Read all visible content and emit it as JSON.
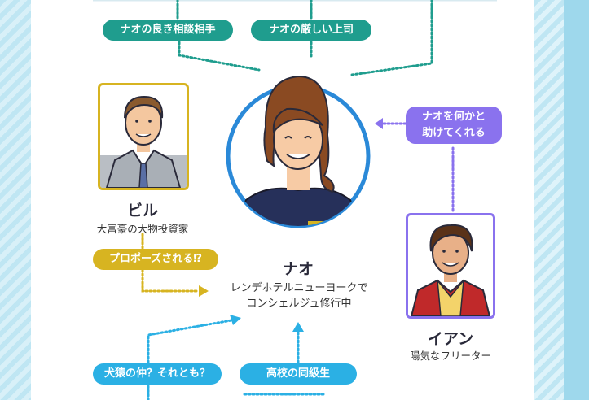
{
  "center": {
    "name": "ナオ",
    "desc_line1": "レンデホテルニューヨークで",
    "desc_line2": "コンシェルジュ修行中"
  },
  "left_person": {
    "name": "ビル",
    "desc": "大富豪の大物投資家"
  },
  "right_person": {
    "name": "イアン",
    "desc": "陽気なフリーター"
  },
  "relations": {
    "good_advisor": "ナオの良き相談相手",
    "strict_boss": "ナオの厳しい上司",
    "helper_line1": "ナオを何かと",
    "helper_line2": "助けてくれる",
    "proposal": "プロポーズされる⁉",
    "dog_monkey": "犬猿の仲？それとも？",
    "classmate": "高校の同級生"
  },
  "colors": {
    "teal": "#1f9d8e",
    "gold": "#d7b421",
    "blue": "#2bb0e4",
    "purple": "#8a72ee",
    "center_ring": "#2a89d8"
  }
}
